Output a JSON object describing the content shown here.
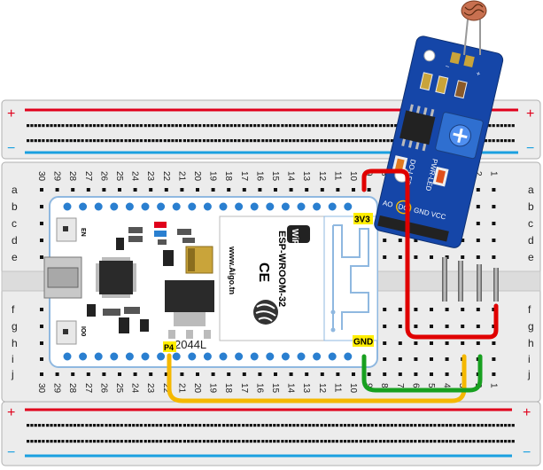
{
  "breadboard": {
    "rail_plus": "+",
    "rail_minus": "−",
    "column_numbers": [
      "30",
      "29",
      "28",
      "27",
      "26",
      "25",
      "24",
      "23",
      "22",
      "21",
      "20",
      "19",
      "18",
      "17",
      "16",
      "15",
      "14",
      "13",
      "12",
      "11",
      "10",
      "9",
      "8",
      "7",
      "6",
      "5",
      "4",
      "3",
      "2",
      "1"
    ],
    "rows_top": [
      "a",
      "b",
      "c",
      "d",
      "e"
    ],
    "rows_bottom": [
      "f",
      "g",
      "h",
      "i",
      "j"
    ]
  },
  "esp32": {
    "module_text": "ESP-WROOM-32",
    "website": "www.Aigo.tn",
    "wifi_logo": "WiFi",
    "ce_mark": "CE",
    "button_en": "EN",
    "button_io0": "IO0",
    "pin_3v3": "3V3",
    "pin_gnd": "GND",
    "pin_p4": "P4",
    "chip_marking": "2044L"
  },
  "sensor": {
    "led_labels": [
      "DO-LED",
      "PWR-LED"
    ],
    "pin_labels": [
      "AO",
      "DO",
      "GND",
      "VCC"
    ]
  },
  "colors": {
    "rail_red": "#e0001b",
    "rail_blue": "#1aa0e0",
    "board_blue": "#1546a8",
    "wire_red": "#e00000",
    "wire_yellow": "#f5b800",
    "wire_green": "#18a020",
    "label_yellow": "#ffee00"
  }
}
